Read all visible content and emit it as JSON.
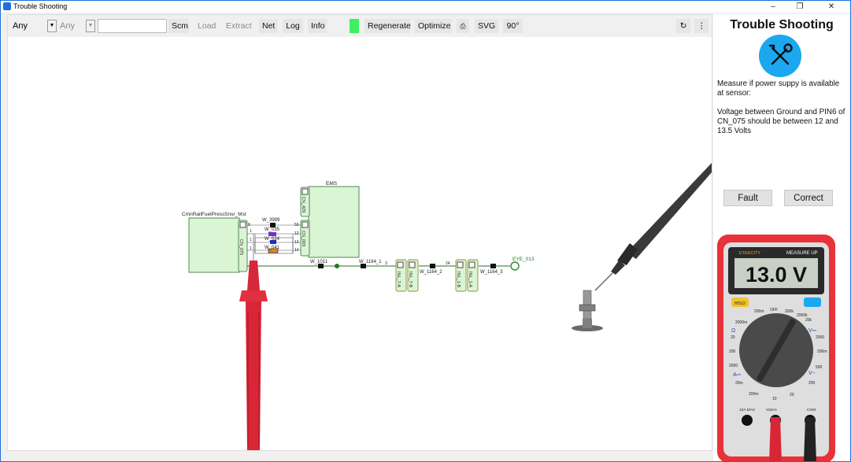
{
  "window": {
    "title": "Trouble Shooting",
    "controls": [
      "–",
      "❐",
      "✕"
    ]
  },
  "toolbar": {
    "filter1": "Any",
    "filter2": "Any",
    "search_value": "",
    "buttons": {
      "scm": "Scm",
      "load": "Load",
      "extract": "Extract",
      "net": "Net",
      "log": "Log",
      "info": "Info",
      "regenerate": "Regenerate",
      "optimize": "Optimize",
      "svg": "SVG",
      "rotate": "90°"
    },
    "status_color": "#3cf060",
    "refresh_icon": "↻",
    "more_icon": "⋮",
    "export_icon": "⎙"
  },
  "schematic": {
    "components": {
      "ems": "EMS",
      "sensor": "CmnRailFuelPressSnsr_Mst",
      "cn_075": "CN_075",
      "cn_003": "CN_003",
      "cn_429": "CN_429",
      "inl_7a": "INL_7-A",
      "inl_7b": "INL_7-B",
      "inl_1b": "INL_1-B",
      "inl_1a": "INL_1-A",
      "eye": "EYE_013"
    },
    "wires": {
      "w3999": "W_3999",
      "w035": "W_035",
      "w024": "W_024",
      "w041": "W_041",
      "w1011": "W_1011",
      "w1164_1": "W_1164_1",
      "w1164_2": "W_1164_2",
      "w1164_3": "W_1164_3"
    },
    "pins": {
      "p_a": "8",
      "p_b": "1",
      "p_c": "1",
      "p_d": "1",
      "p_e": "59",
      "p_f": "12",
      "p_g": "13",
      "p_h": "14",
      "p_i": "3",
      "p_j": "24"
    }
  },
  "panel": {
    "title": "Trouble Shooting",
    "icon": "tools-icon",
    "instruction_1": "Measure if power suppy is available at sensor:",
    "instruction_2": "Voltage between Ground and PIN6 of CN_075 should be between 12 and 13.5 Volts",
    "fault_label": "Fault",
    "correct_label": "Correct"
  },
  "multimeter": {
    "brand": "ETEKCITY",
    "model_label": "MEASURE UP",
    "reading": "13.0 V",
    "hold_label": "HOLD",
    "dial_labels": [
      "OFF",
      "200m",
      "2000m",
      "20",
      "200",
      "2000",
      "20m",
      "200m",
      "10",
      "20",
      "200",
      "500",
      "200m",
      "2000",
      "20k",
      "200k",
      "2000k"
    ],
    "unit_labels": [
      "Ω",
      "V⎓",
      "V~",
      "A⎓"
    ],
    "jack_labels": [
      "10A MAX",
      "VΩmA",
      "COM"
    ],
    "accent_color": "#e8323a"
  }
}
